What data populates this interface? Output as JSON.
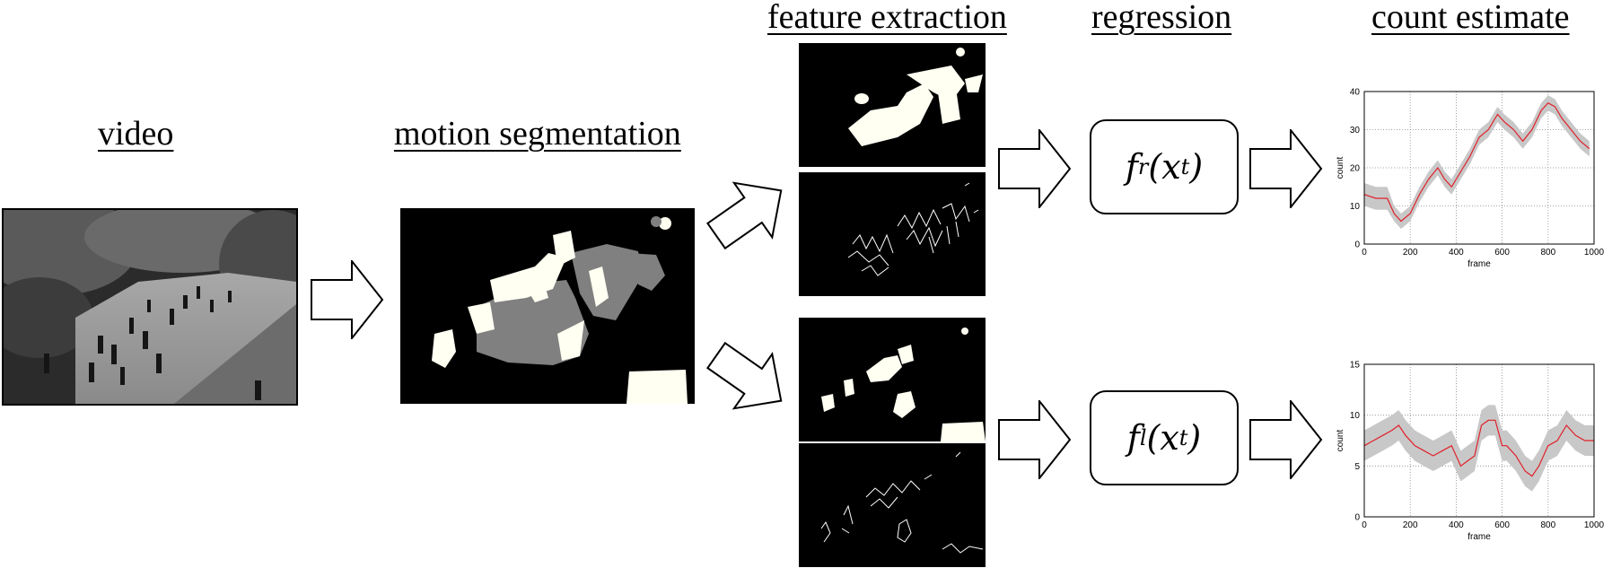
{
  "stages": {
    "video": "video",
    "motion_segmentation": "motion segmentation",
    "feature_extraction": "feature extraction",
    "regression": "regression",
    "count_estimate": "count estimate"
  },
  "regressors": {
    "top": {
      "f": "f",
      "sub": "r",
      "arg": "x",
      "arg_sub": "t"
    },
    "bottom": {
      "f": "f",
      "sub": "l",
      "arg": "x",
      "arg_sub": "t"
    }
  },
  "chart_data": [
    {
      "type": "line",
      "xlabel": "frame",
      "ylabel": "count",
      "xlim": [
        0,
        1000
      ],
      "ylim": [
        0,
        40
      ],
      "xticks": [
        "0",
        "200",
        "400",
        "600",
        "800",
        "1000"
      ],
      "yticks": [
        "0",
        "10",
        "20",
        "30",
        "40"
      ],
      "grid": true,
      "band_color": "#c8c8c8",
      "line_color": "#e0202a",
      "x": [
        0,
        50,
        100,
        130,
        160,
        200,
        240,
        280,
        320,
        350,
        380,
        420,
        460,
        500,
        540,
        580,
        610,
        650,
        690,
        730,
        770,
        800,
        830,
        860,
        900,
        940,
        980
      ],
      "y": [
        13,
        12,
        12,
        8,
        6,
        8,
        13,
        17,
        20,
        17,
        15,
        19,
        23,
        28,
        30,
        34,
        32,
        30,
        27,
        30,
        35,
        37,
        36,
        33,
        30,
        27,
        25
      ],
      "band": [
        3,
        3,
        3,
        2,
        2,
        2,
        2,
        2,
        2,
        2,
        2,
        2,
        2,
        2,
        2,
        2,
        2,
        2,
        2,
        2,
        2,
        2,
        2,
        2,
        2,
        2,
        2
      ]
    },
    {
      "type": "line",
      "xlabel": "frame",
      "ylabel": "count",
      "xlim": [
        0,
        1000
      ],
      "ylim": [
        0,
        15
      ],
      "xticks": [
        "0",
        "200",
        "400",
        "600",
        "800",
        "1000"
      ],
      "yticks": [
        "0",
        "5",
        "10",
        "15"
      ],
      "grid": true,
      "band_color": "#c8c8c8",
      "line_color": "#e0202a",
      "x": [
        0,
        40,
        80,
        120,
        150,
        180,
        220,
        260,
        300,
        340,
        380,
        420,
        450,
        480,
        510,
        540,
        570,
        600,
        620,
        660,
        700,
        730,
        760,
        800,
        840,
        880,
        920,
        960,
        1000
      ],
      "y": [
        7,
        7.5,
        8,
        8.5,
        9,
        8,
        7,
        6.5,
        6,
        6.5,
        7,
        5,
        5.5,
        6,
        9,
        9.5,
        9.5,
        7,
        7,
        6,
        4.5,
        4,
        5,
        7,
        7.5,
        9,
        8,
        7.5,
        7.5
      ],
      "band": [
        1.5,
        1.5,
        1.5,
        1.5,
        1.5,
        1.5,
        1.5,
        1.5,
        1.5,
        1.5,
        1.5,
        1.5,
        1.5,
        1.5,
        1.5,
        1.5,
        1.5,
        1.5,
        1.5,
        1.5,
        1.5,
        1.5,
        1.5,
        1.5,
        1.5,
        1.5,
        1.5,
        1.5,
        1.5
      ]
    }
  ]
}
